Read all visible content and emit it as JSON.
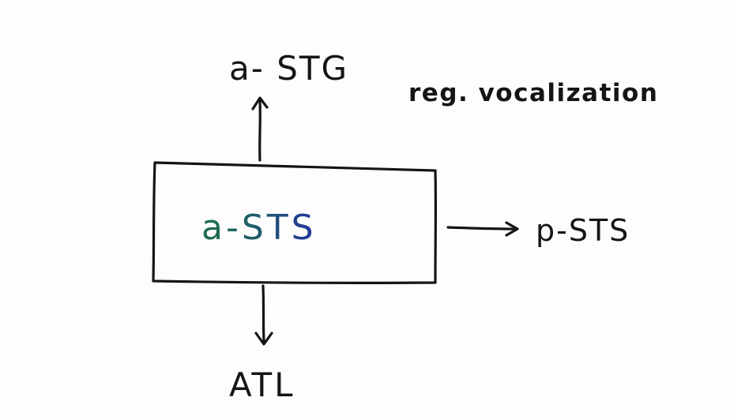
{
  "nodes": {
    "top": "a- STG",
    "center": "a-STS",
    "right": "p-STS",
    "bottom": "ATL"
  },
  "annotation": "reg. vocalization",
  "colors": {
    "ink": "#151515",
    "center_label_start": "#1f6f4a",
    "center_label_end": "#23349a",
    "background": "#fdfdfd"
  }
}
